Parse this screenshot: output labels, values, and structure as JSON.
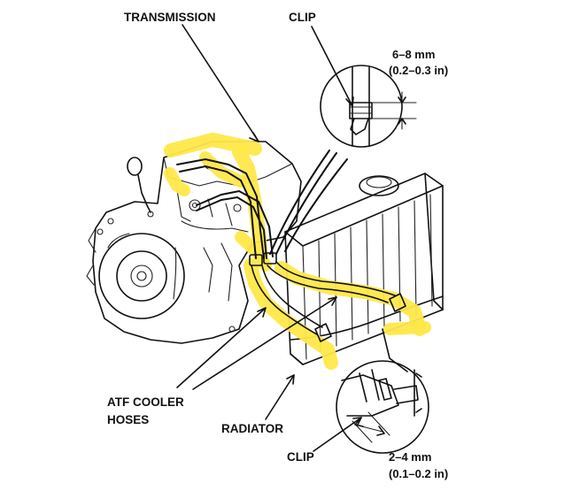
{
  "labels": {
    "transmission": "TRANSMISSION",
    "clip_top": "CLIP",
    "clip_bottom": "CLIP",
    "atf_line1": "ATF COOLER",
    "atf_line2": "HOSES",
    "radiator": "RADIATOR"
  },
  "dimensions": {
    "top_mm": "6–8 mm",
    "top_in": "(0.2–0.3 in)",
    "bottom_mm": "2–4 mm",
    "bottom_in": "(0.1–0.2 in)"
  },
  "colors": {
    "highlight": "#ffe84a",
    "ink": "#111111"
  }
}
